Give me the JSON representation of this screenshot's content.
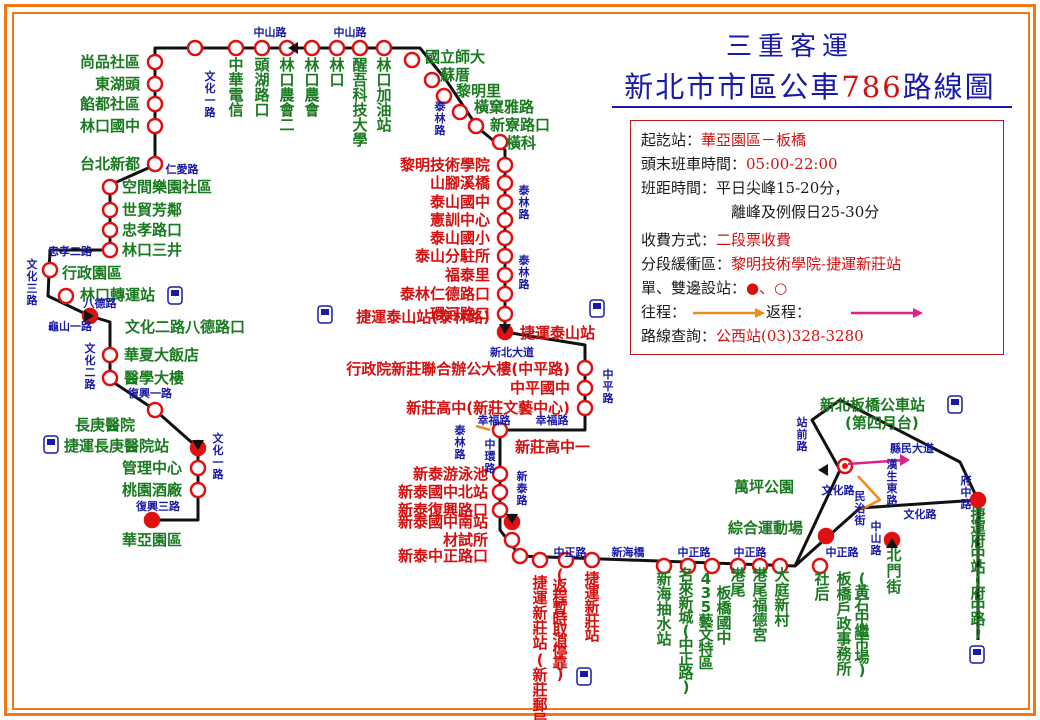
{
  "title_company": "三重客運",
  "title_route_prefix": "新北市市區公車",
  "title_route_number": "786",
  "title_route_suffix": "路線圖",
  "info": {
    "start_label": "起訖站：",
    "start_value": "華亞園區－板橋",
    "hours_label": "頭末班車時間：",
    "hours_value": "05:00-22:00",
    "interval_label": "班距時間：",
    "interval_value1": "平日尖峰15-20分，",
    "interval_value2": "離峰及例假日25-30分",
    "fare_label": "收費方式：",
    "fare_value": "二段票收費",
    "buffer_label": "分段緩衝區：",
    "buffer_value": "黎明技術學院-捷運新莊站",
    "stop_type_label": "單、雙邊設站：",
    "stop_type_symbols": "●、○",
    "direction_out_label": "往程：",
    "direction_back_label": "返程：",
    "inquiry_label": "路線查詢：",
    "inquiry_value": "公西站(03)328-3280"
  },
  "colors": {
    "route": "#111111",
    "stop_outline": "#e01010",
    "single_stop": "#e01010",
    "outbound_arrow": "#f08a1c",
    "return_arrow": "#e0208a",
    "green_text": "#1a7a20",
    "blue_text": "#1a1aa8",
    "frame": "#f07818"
  },
  "stops_left": [
    "尚品社區",
    "東湖頭",
    "餡都社區",
    "林口國中",
    "台北新都",
    "空間樂園社區",
    "世貿芳鄰",
    "忠孝路口",
    "林口三井",
    "行政園區",
    "林口轉運站",
    "文化二路八德路口",
    "華夏大飯店",
    "醫學大樓",
    "長庚醫院",
    "捷運長庚醫院站",
    "管理中心",
    "桃園酒廠",
    "華亞園區"
  ],
  "stops_top_vertical": [
    "中華電信",
    "頭湖路口",
    "林口農會二",
    "林口農會",
    "林口",
    "醒吾科技大學",
    "林口加油站"
  ],
  "stops_top_right": [
    "國立師大",
    "蘇厝",
    "黎明里",
    "橫窠雅路",
    "新寮路口",
    "橫科"
  ],
  "stops_mid_red": [
    "黎明技術學院",
    "山腳溪橋",
    "泰山國中",
    "憲訓中心",
    "泰山國小",
    "泰山分駐所",
    "福泰里",
    "泰林仁德路口",
    "環河路口",
    "捷運泰山站(泰林路)"
  ],
  "stops_mid_right": [
    "捷運泰山站",
    "行政院新莊聯合辦公大樓(中平路)",
    "中平國中",
    "新莊高中(新莊文藝中心)",
    "新莊高中一"
  ],
  "stops_lower": [
    "新泰游泳池",
    "新泰國中北站",
    "新泰復興路口",
    "新泰國中南站",
    "材試所",
    "新泰中正路口"
  ],
  "stops_bottom_vertical": [
    "新莊郵局",
    "捷運新莊站",
    "(返程暫時取消停靠)",
    "捷運新莊站",
    "新海抽水站",
    "名來新城(中正路)",
    "435藝文特區",
    "板橋國中",
    "港尾",
    "港尾福德宮",
    "大庭新村",
    "社后",
    "板橋戶政事務所(黃石中繼市場)",
    "北門街",
    "捷運府中站(府中路)"
  ],
  "stops_east": [
    "新北板橋公車站",
    "(第四月台)",
    "萬坪公園",
    "綜合運動場"
  ],
  "roads": [
    "中山路",
    "中山路",
    "文化一路",
    "仁愛路",
    "忠孝二路",
    "文化三路",
    "八德路",
    "龜山一路",
    "文化二路",
    "復興一路",
    "文化一路",
    "復興三路",
    "泰林路",
    "泰林路",
    "泰林路",
    "新北大道",
    "中平路",
    "幸福路",
    "幸福路",
    "泰林路",
    "中環路",
    "新泰路",
    "中正路",
    "新海橋",
    "中正路",
    "中正路",
    "中正路",
    "站前路",
    "縣民大道",
    "民治街",
    "漢生東路",
    "文化路",
    "中山路",
    "府中路",
    "文化路"
  ]
}
